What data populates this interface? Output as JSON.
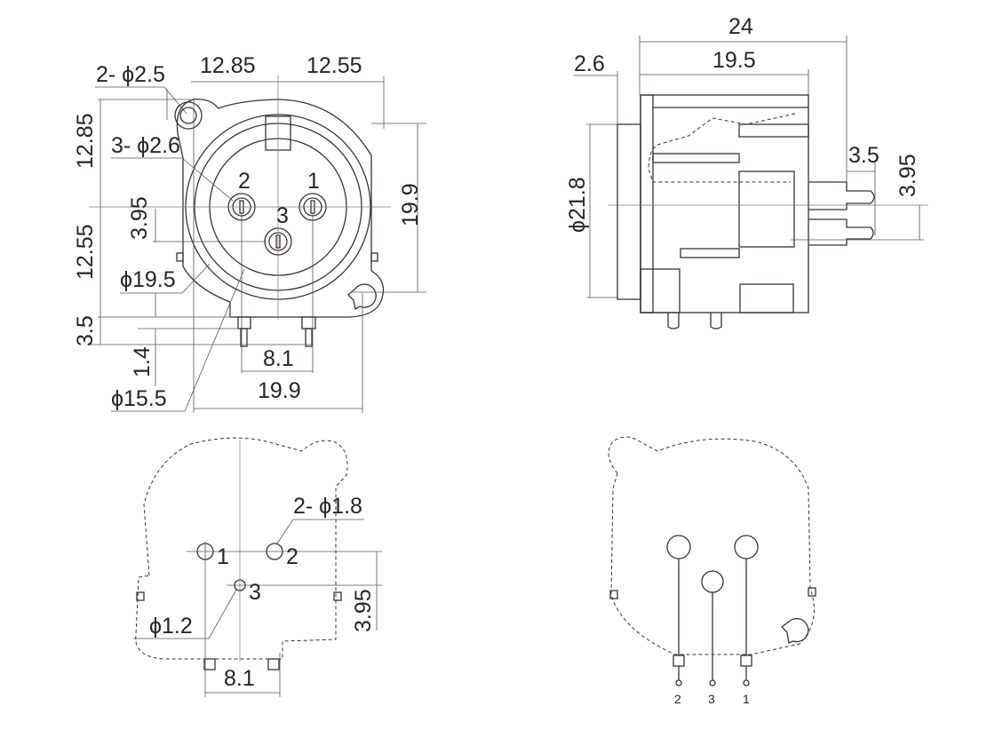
{
  "front_view": {
    "mount_hole_label": "2- ϕ2.5",
    "pin_hole_label": "3- ϕ2.6",
    "left_width": "12.85",
    "right_width": "12.55",
    "top_height": "12.85",
    "lower_height": "12.55",
    "pin_offset": "3.95",
    "ring_diameter": "ϕ19.5",
    "bottom_offset": "3.5",
    "pin_length": "1.4",
    "inner_diameter": "ϕ15.5",
    "pin_spacing": "8.1",
    "body_width": "19.9",
    "hole_spacing": "19.9",
    "pin_labels": [
      "2",
      "1",
      "3"
    ]
  },
  "side_view": {
    "overall_length": "24",
    "body_length": "19.5",
    "flange": "2.6",
    "diameter": "ϕ21.8",
    "pin_protrusion": "3.5",
    "pin_offset": "3.95"
  },
  "pcb_layout": {
    "hole_label": "2- ϕ1.8",
    "small_hole_label": "ϕ1.2",
    "pin_offset": "3.95",
    "pin_spacing": "8.1",
    "pin_labels": [
      "1",
      "2",
      "3"
    ]
  },
  "rear_view": {
    "pin_labels": [
      "2",
      "3",
      "1"
    ]
  }
}
